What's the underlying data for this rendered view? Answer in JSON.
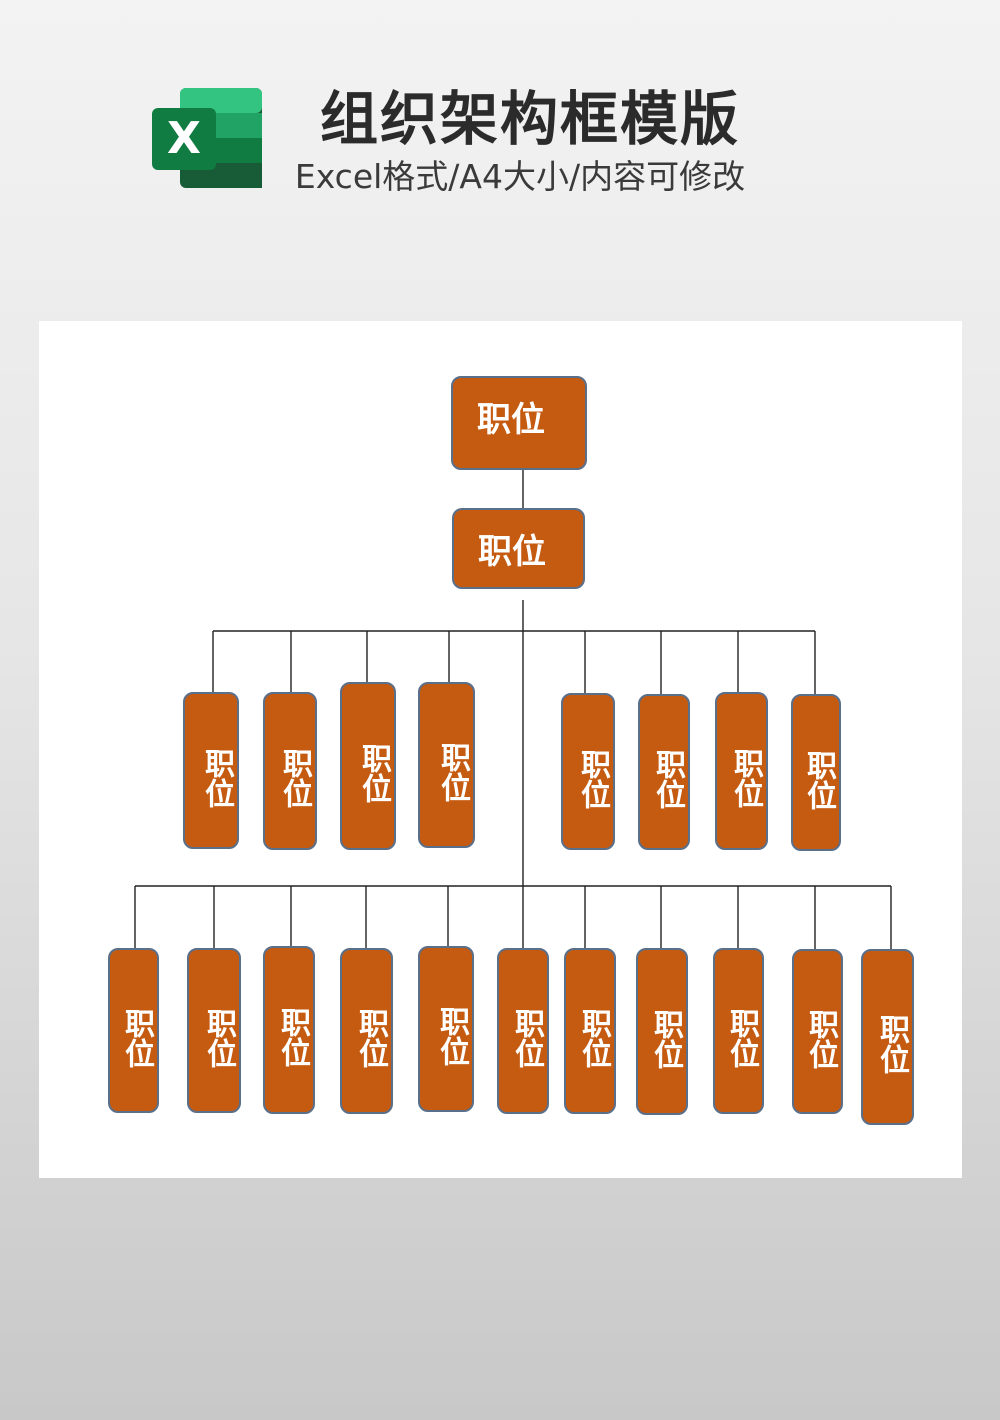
{
  "header": {
    "title": "组织架构框模版",
    "subtitle": "Excel格式/A4大小/内容可修改",
    "logo_icon": "excel-logo-icon",
    "logo_letter": "X"
  },
  "colors": {
    "box_fill": "#c55a11",
    "box_border": "#5a6f8a",
    "box_text": "#ffffff",
    "excel_green": "#107c41"
  },
  "org": {
    "level1": {
      "label": "职位"
    },
    "level2": {
      "label": "职位"
    },
    "level3": [
      {
        "label": "职位"
      },
      {
        "label": "职位"
      },
      {
        "label": "职位"
      },
      {
        "label": "职位"
      },
      {
        "label": "职位"
      },
      {
        "label": "职位"
      },
      {
        "label": "职位"
      },
      {
        "label": "职位"
      }
    ],
    "level4": [
      {
        "label": "职位"
      },
      {
        "label": "职位"
      },
      {
        "label": "职位"
      },
      {
        "label": "职位"
      },
      {
        "label": "职位"
      },
      {
        "label": "职位"
      },
      {
        "label": "职位"
      },
      {
        "label": "职位"
      },
      {
        "label": "职位"
      },
      {
        "label": "职位"
      },
      {
        "label": "职位"
      }
    ]
  }
}
